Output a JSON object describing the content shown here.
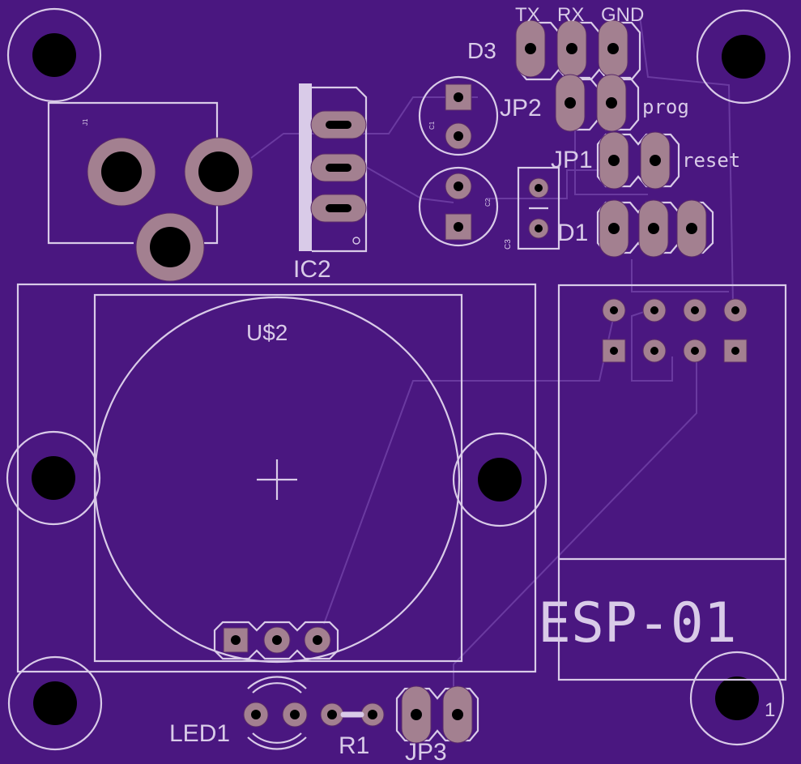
{
  "colors": {
    "board": "#4a1780",
    "silkscreen": "#d9cbe8",
    "pad": "#a38090",
    "trace": "#6a3aa0",
    "drill": "#000000"
  },
  "labels": {
    "j1": "J1",
    "ic2": "IC2",
    "c1": "C1",
    "c2": "C2",
    "c3": "C3",
    "jp2": "JP2",
    "prog": "prog",
    "jp1": "JP1",
    "reset": "reset",
    "d1": "D1",
    "d3": "D3",
    "tx": "TX",
    "rx": "RX",
    "gnd": "GND",
    "u2": "U$2",
    "esp": "ESP-01",
    "led1": "LED1",
    "r1": "R1",
    "jp3": "JP3",
    "pin1": "1"
  }
}
